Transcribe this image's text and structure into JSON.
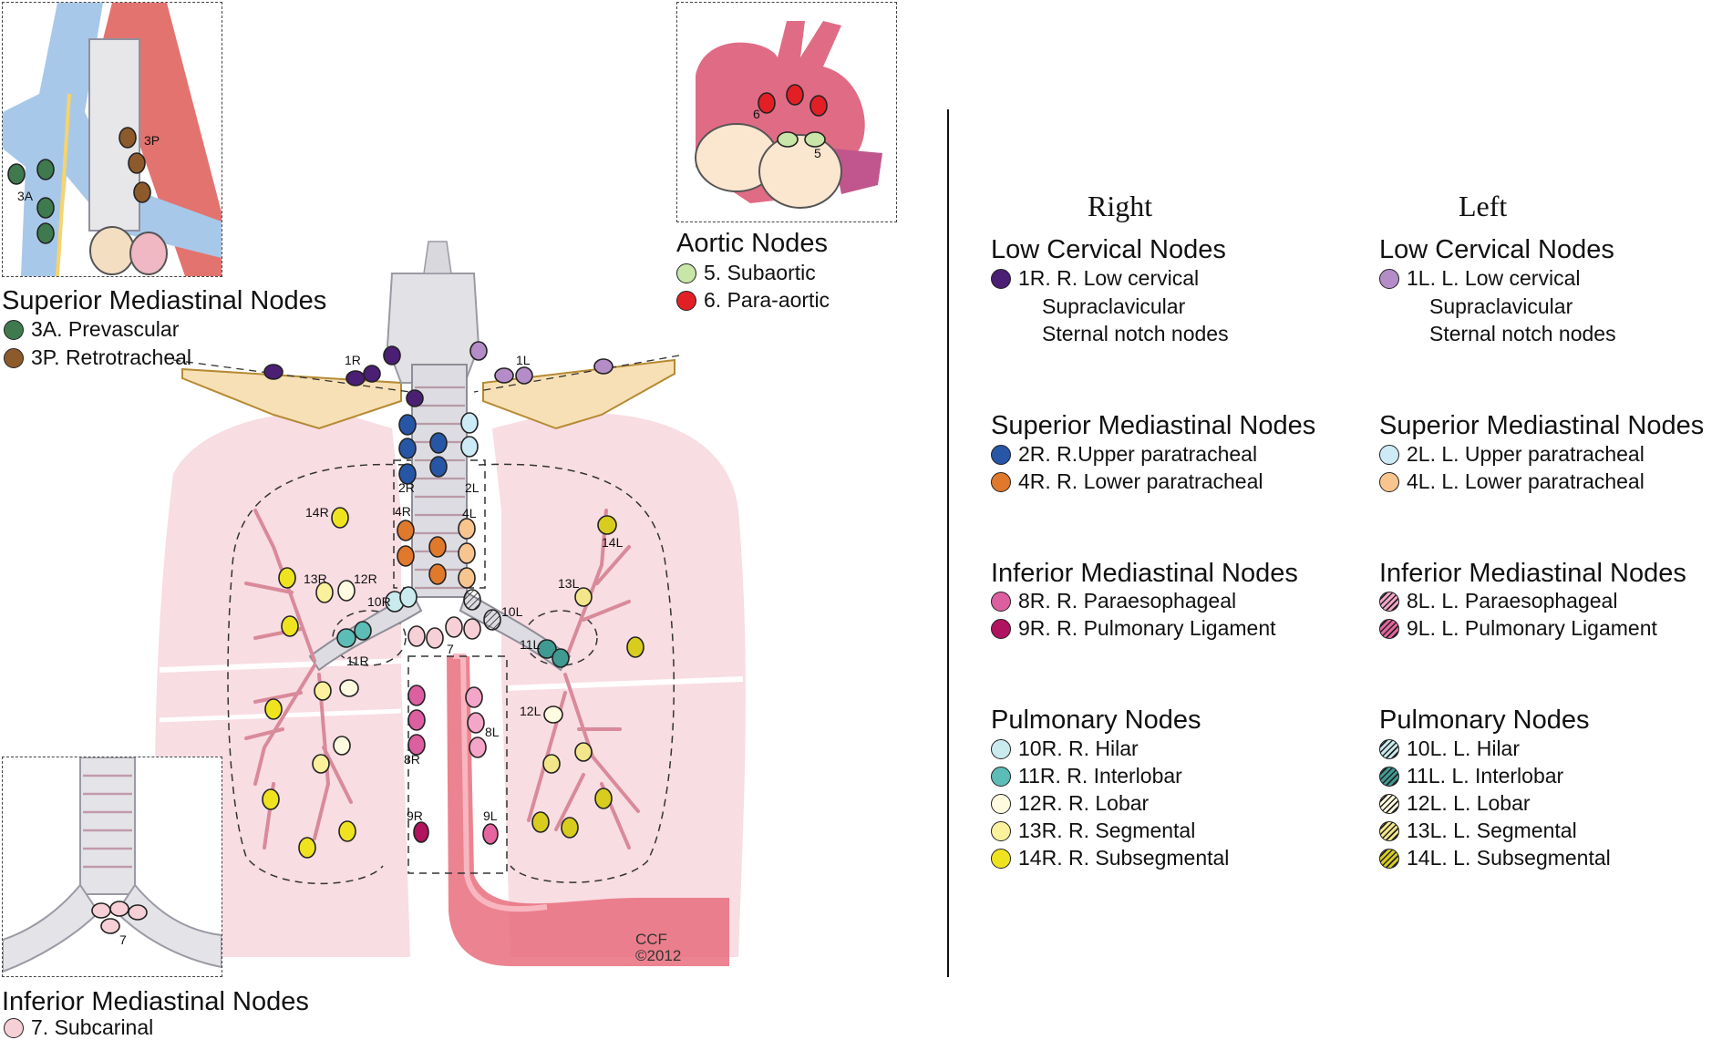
{
  "figure": {
    "inset_superior": {
      "labels": [
        "3A",
        "3P"
      ]
    },
    "inset_aortic": {
      "labels": [
        "6",
        "5"
      ]
    },
    "inset_inferior": {
      "labels": [
        "7"
      ]
    },
    "main_labels": [
      "1R",
      "1L",
      "2R",
      "2L",
      "4R",
      "4L",
      "10R",
      "10L",
      "11R",
      "11L",
      "12R",
      "12L",
      "13R",
      "13L",
      "14R",
      "14L",
      "7",
      "8R",
      "8L",
      "9R",
      "9L"
    ],
    "credit": {
      "line1": "CCF",
      "line2": "©2012"
    }
  },
  "left_legends": {
    "superior": {
      "heading": "Superior Mediastinal Nodes",
      "items": [
        {
          "label": "3A. Prevascular",
          "color": "#3f7a4f"
        },
        {
          "label": "3P. Retrotracheal",
          "color": "#8d5a2c"
        }
      ]
    },
    "aortic": {
      "heading": "Aortic Nodes",
      "items": [
        {
          "label": "5. Subaortic",
          "color": "#c8e6a8"
        },
        {
          "label": "6. Para-aortic",
          "color": "#e31f26"
        }
      ]
    },
    "inferior": {
      "heading": "Inferior Mediastinal Nodes",
      "items": [
        {
          "label": "7. Subcarinal",
          "color": "#f7cfd6"
        }
      ]
    }
  },
  "legend": {
    "right_title": "Right",
    "left_title": "Left",
    "right": {
      "low_cervical": {
        "heading": "Low Cervical Nodes",
        "items": [
          {
            "label": "1R. R. Low cervical",
            "color": "#4b1f73"
          }
        ],
        "sub": [
          "Supraclavicular",
          "Sternal notch nodes"
        ]
      },
      "superior": {
        "heading": "Superior Mediastinal Nodes",
        "items": [
          {
            "label": "2R. R.Upper paratracheal",
            "color": "#2856a6"
          },
          {
            "label": "4R. R. Lower paratracheal",
            "color": "#e0792c"
          }
        ]
      },
      "inferior": {
        "heading": "Inferior Mediastinal Nodes",
        "items": [
          {
            "label": "8R. R. Paraesophageal",
            "color": "#dc5fa0"
          },
          {
            "label": "9R. R. Pulmonary Ligament",
            "color": "#b0135f"
          }
        ]
      },
      "pulmonary": {
        "heading": "Pulmonary Nodes",
        "items": [
          {
            "label": "10R. R. Hilar",
            "color": "#c9ebed"
          },
          {
            "label": "11R. R. Interlobar",
            "color": "#5cbcb6"
          },
          {
            "label": "12R. R. Lobar",
            "color": "#fffbe0"
          },
          {
            "label": "13R. R. Segmental",
            "color": "#fbf19c"
          },
          {
            "label": "14R. R. Subsegmental",
            "color": "#efe31f"
          }
        ]
      }
    },
    "left": {
      "low_cervical": {
        "heading": "Low Cervical Nodes",
        "items": [
          {
            "label": "1L. L. Low cervical",
            "color": "#b48cc7"
          }
        ],
        "sub": [
          "Supraclavicular",
          "Sternal notch nodes"
        ]
      },
      "superior": {
        "heading": "Superior Mediastinal Nodes",
        "items": [
          {
            "label": "2L. L. Upper paratracheal",
            "color": "#cdebf6"
          },
          {
            "label": "4L. L. Lower paratracheal",
            "color": "#f8c58f"
          }
        ]
      },
      "inferior": {
        "heading": "Inferior Mediastinal Nodes",
        "items": [
          {
            "label": "8L. L. Paraesophageal",
            "color": "#f4a6c8",
            "hatched": true
          },
          {
            "label": "9L. L. Pulmonary Ligament",
            "color": "#e6649f",
            "hatched": true
          }
        ]
      },
      "pulmonary": {
        "heading": "Pulmonary Nodes",
        "items": [
          {
            "label": "10L. L. Hilar",
            "color": "#c9ebed",
            "hatched": true
          },
          {
            "label": "11L. L. Interlobar",
            "color": "#3f9a92",
            "hatched": true
          },
          {
            "label": "12L. L. Lobar",
            "color": "#fffbe0",
            "hatched": true
          },
          {
            "label": "13L. L. Segmental",
            "color": "#f3e68a",
            "hatched": true
          },
          {
            "label": "14L. L. Subsegmental",
            "color": "#d8cc1e",
            "hatched": true
          }
        ]
      }
    }
  }
}
